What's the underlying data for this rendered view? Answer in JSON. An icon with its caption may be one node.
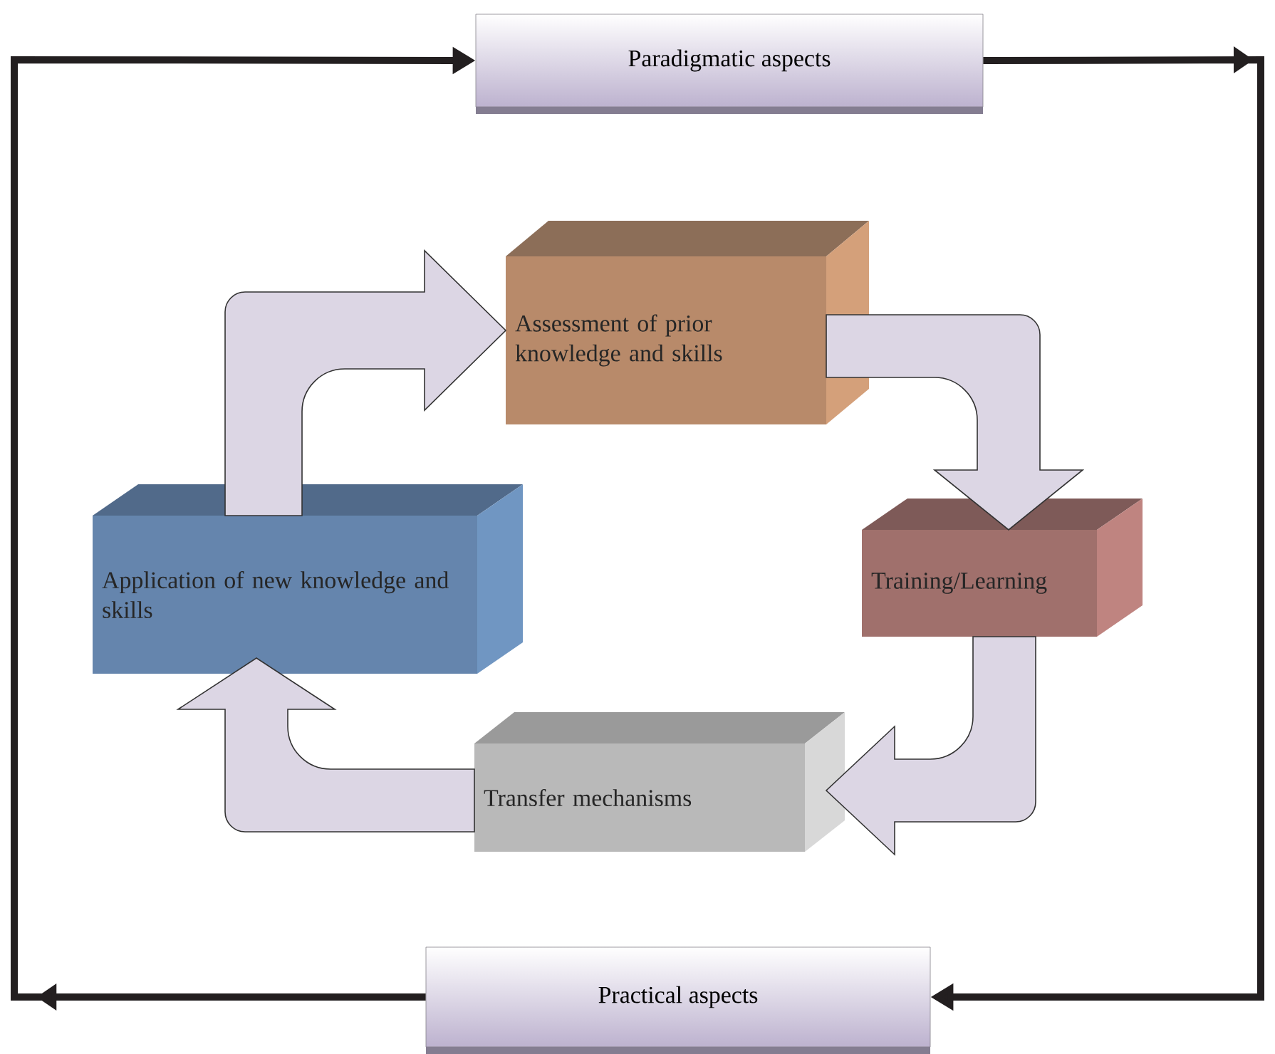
{
  "diagram": {
    "nodes": [
      {
        "text": [
          "Paradigmatic aspects"
        ]
      },
      {
        "text": [
          "Assessment of prior knowledge and skills"
        ]
      },
      {
        "text": [
          "Training/Learning"
        ]
      },
      {
        "text": [
          "Transfer mechanisms"
        ]
      },
      {
        "text": [
          "Application of new knowledge and skills"
        ]
      },
      {
        "text": [
          "Practical aspects"
        ]
      }
    ],
    "edges": [
      {
        "from": 4,
        "to": 1,
        "arrow": "to"
      },
      {
        "from": 1,
        "to": 2,
        "arrow": "to"
      },
      {
        "from": 2,
        "to": 3,
        "arrow": "to"
      },
      {
        "from": 3,
        "to": 4,
        "arrow": "to"
      },
      {
        "from": 5,
        "to": 0,
        "arrow": "to",
        "color": "#231f20"
      },
      {
        "from": 0,
        "to": 5,
        "arrow": "to",
        "color": "#231f20"
      }
    ]
  }
}
